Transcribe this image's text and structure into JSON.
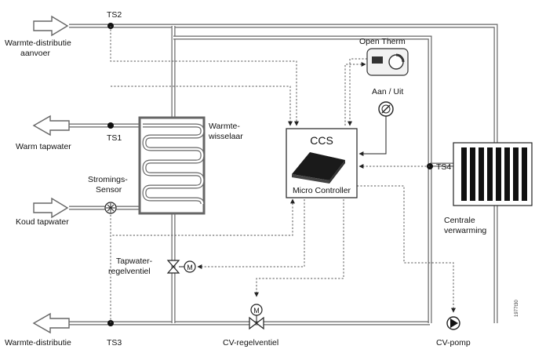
{
  "labels": {
    "ts1": "TS1",
    "ts2": "TS2",
    "ts3": "TS3",
    "ts4": "TS4",
    "supply_line1": "Warmte-distributie",
    "supply_line2": "aanvoer",
    "warm_tap": "Warm tapwater",
    "cold_tap": "Koud tapwater",
    "return_dist": "Warmte-distributie",
    "flow_sensor_line1": "Stromings-",
    "flow_sensor_line2": "Sensor",
    "hex_line1": "Warmte-",
    "hex_line2": "wisselaar",
    "tap_valve_line1": "Tapwater-",
    "tap_valve_line2": "regelventiel",
    "open_therm": "Open Therm",
    "on_off": "Aan / Uit",
    "ccs_title": "CCS",
    "micro_controller": "Micro Controller",
    "central_heating_line1": "Centrale",
    "central_heating_line2": "verwarming",
    "cv_valve": "CV-regelventiel",
    "cv_pump": "CV-pomp",
    "motor_symbol": "M",
    "drawing_code": "1977t30"
  },
  "colors": {
    "background": "#ffffff",
    "pipe": "#666666",
    "line": "#222222",
    "signal": "#555555"
  },
  "icons": [
    "arrow-right-icon",
    "arrow-left-icon",
    "motor-icon",
    "valve-icon",
    "pump-icon",
    "thermostat-icon",
    "switch-icon",
    "chip-icon",
    "radiator-icon",
    "flow-sensor-icon"
  ]
}
